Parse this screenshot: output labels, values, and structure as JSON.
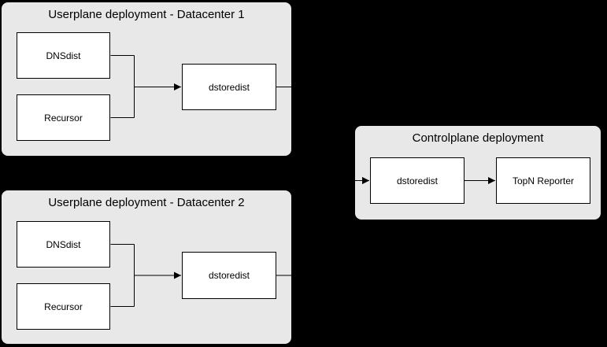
{
  "diagram": {
    "type": "deployment-diagram",
    "background_color": "#000000",
    "container_fill_color": "#e8e8e8",
    "node_fill_color": "#ffffff",
    "line_color": "#000000"
  },
  "dc1": {
    "title": "Userplane deployment - Datacenter 1",
    "dnsdist": "DNSdist",
    "recursor": "Recursor",
    "dstoredist": "dstoredist"
  },
  "dc2": {
    "title": "Userplane deployment - Datacenter 2",
    "dnsdist": "DNSdist",
    "recursor": "Recursor",
    "dstoredist": "dstoredist"
  },
  "cp": {
    "title": "Controlplane deployment",
    "dstoredist": "dstoredist",
    "topn_reporter": "TopN Reporter"
  },
  "edges": [
    {
      "from": "DNSdist (Datacenter 1)",
      "to": "dstoredist (Datacenter 1)"
    },
    {
      "from": "Recursor (Datacenter 1)",
      "to": "dstoredist (Datacenter 1)"
    },
    {
      "from": "dstoredist (Datacenter 1)",
      "to": "dstoredist (Controlplane)"
    },
    {
      "from": "DNSdist (Datacenter 2)",
      "to": "dstoredist (Datacenter 2)"
    },
    {
      "from": "Recursor (Datacenter 2)",
      "to": "dstoredist (Datacenter 2)"
    },
    {
      "from": "dstoredist (Datacenter 2)",
      "to": "dstoredist (Controlplane)"
    },
    {
      "from": "dstoredist (Controlplane)",
      "to": "TopN Reporter"
    }
  ]
}
